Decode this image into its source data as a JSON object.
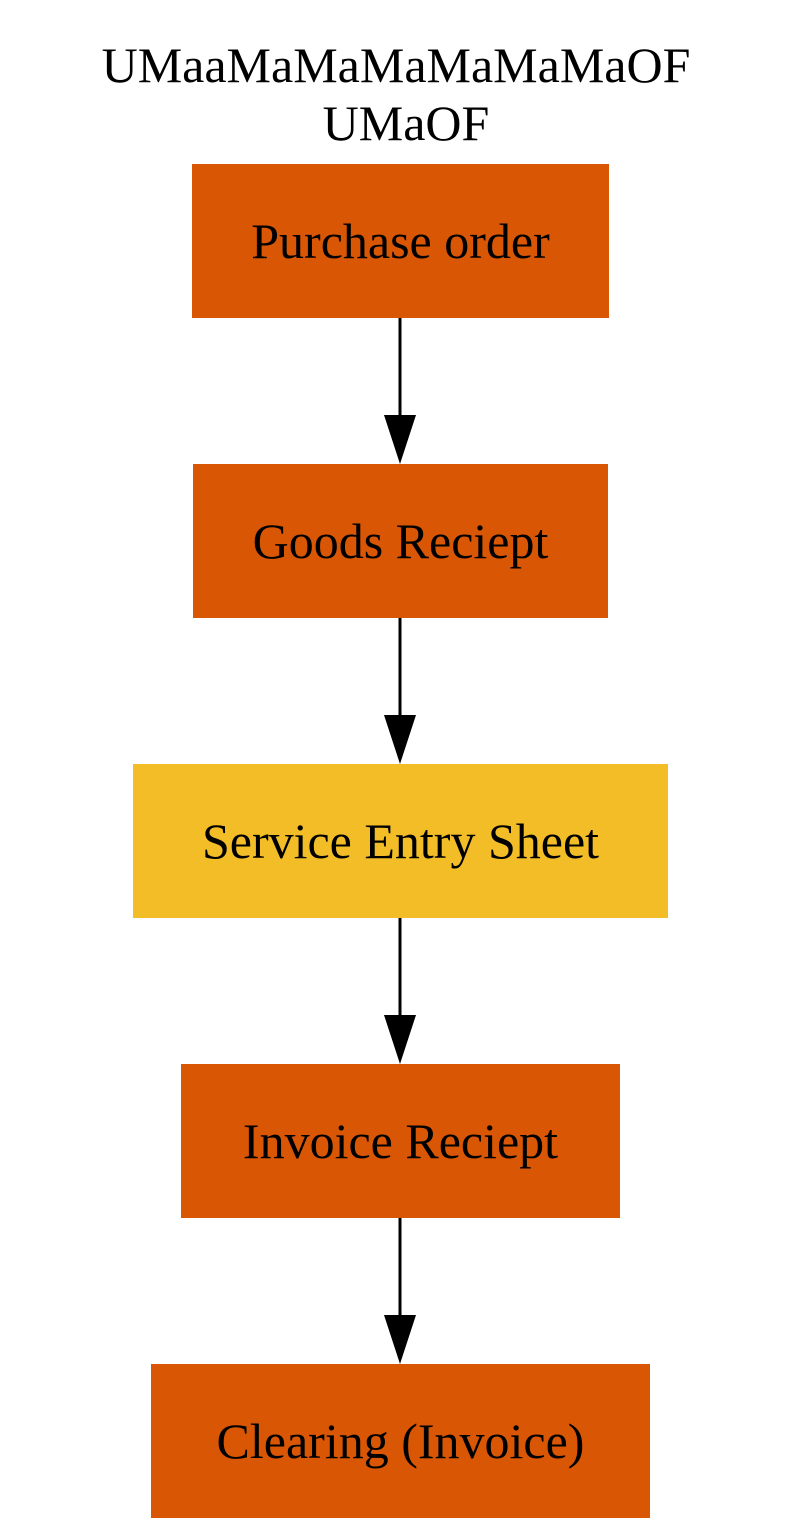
{
  "diagram": {
    "title_lines": [
      "UMaaMaMaMaMaMaMaOF",
      "UMaOF"
    ],
    "nodes": [
      {
        "id": "purchase-order",
        "label": "Purchase order",
        "color": "#d85604"
      },
      {
        "id": "goods-receipt",
        "label": "Goods Reciept",
        "color": "#d85604"
      },
      {
        "id": "service-entry-sheet",
        "label": "Service Entry Sheet",
        "color": "#f2bd27"
      },
      {
        "id": "invoice-receipt",
        "label": "Invoice Reciept",
        "color": "#d85604"
      },
      {
        "id": "clearing-invoice",
        "label": "Clearing (Invoice)",
        "color": "#d85604"
      }
    ],
    "edges": [
      {
        "from": "purchase-order",
        "to": "goods-receipt"
      },
      {
        "from": "goods-receipt",
        "to": "service-entry-sheet"
      },
      {
        "from": "service-entry-sheet",
        "to": "invoice-receipt"
      },
      {
        "from": "invoice-receipt",
        "to": "clearing-invoice"
      }
    ],
    "edge_color": "#000000"
  }
}
